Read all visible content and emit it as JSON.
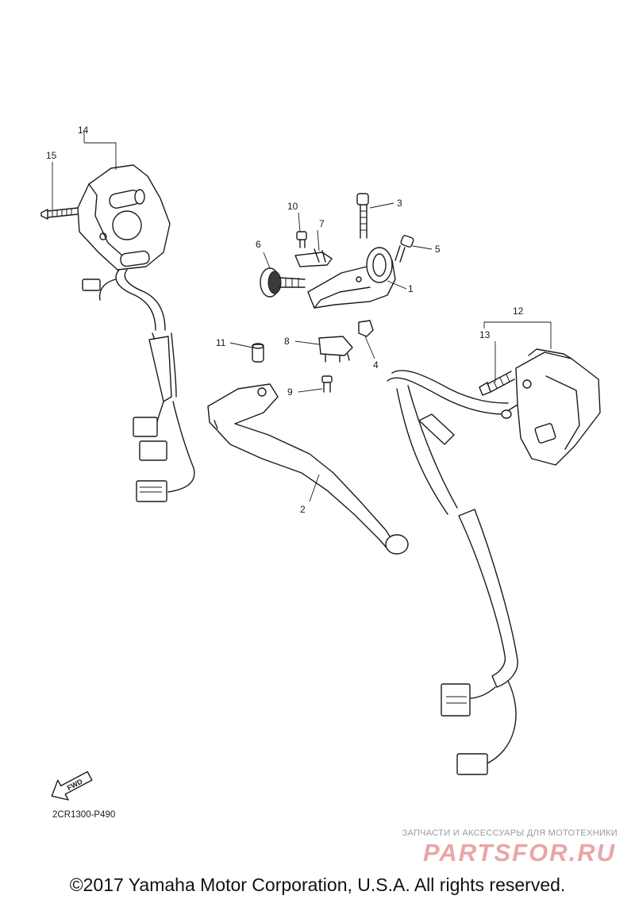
{
  "callouts": [
    {
      "id": "c1",
      "label": "1"
    },
    {
      "id": "c2",
      "label": "2"
    },
    {
      "id": "c3",
      "label": "3"
    },
    {
      "id": "c4",
      "label": "4"
    },
    {
      "id": "c5",
      "label": "5"
    },
    {
      "id": "c6",
      "label": "6"
    },
    {
      "id": "c7",
      "label": "7"
    },
    {
      "id": "c8",
      "label": "8"
    },
    {
      "id": "c9",
      "label": "9"
    },
    {
      "id": "c10",
      "label": "10"
    },
    {
      "id": "c11",
      "label": "11"
    },
    {
      "id": "c12",
      "label": "12"
    },
    {
      "id": "c13",
      "label": "13"
    },
    {
      "id": "c14",
      "label": "14"
    },
    {
      "id": "c15",
      "label": "15"
    }
  ],
  "fwd_label": "FWD",
  "diagram_code": "2CR1300-P490",
  "watermark": {
    "tagline": "ЗАПЧАСТИ И АКСЕССУАРЫ ДЛЯ МОТОТЕХНИКИ",
    "logo": "PARTSFOR.RU"
  },
  "copyright": "©2017 Yamaha Motor Corporation, U.S.A. All rights reserved."
}
